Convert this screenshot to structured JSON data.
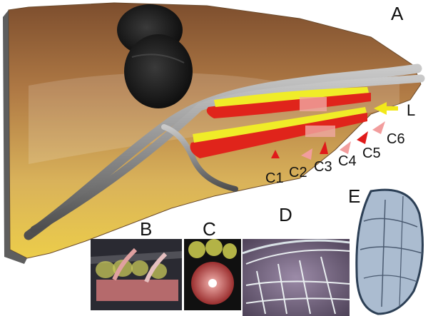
{
  "panels": {
    "a": "A",
    "b": "B",
    "c": "C",
    "d": "D",
    "e": "E"
  },
  "annotations": {
    "l": "L",
    "c1": "C1",
    "c2": "C2",
    "c3": "C3",
    "c4": "C4",
    "c5": "C5",
    "c6": "C6"
  },
  "colors": {
    "background": "#ffffff",
    "tissue_top": "#8a5a35",
    "tissue_bottom": "#e6c44a",
    "vessel": "#8e8e8e",
    "hole": "#1c1c1c",
    "red_muscle": "#e0241b",
    "yellow_muscle": "#f0ec28",
    "pink": "#f0a7a2",
    "arrow_red": "#e01a1a",
    "arrow_pink": "#f29d9d",
    "arrow_yellow": "#f2e81a",
    "histology_d": "#7a6a86",
    "histology_e": "#aabbd0"
  }
}
